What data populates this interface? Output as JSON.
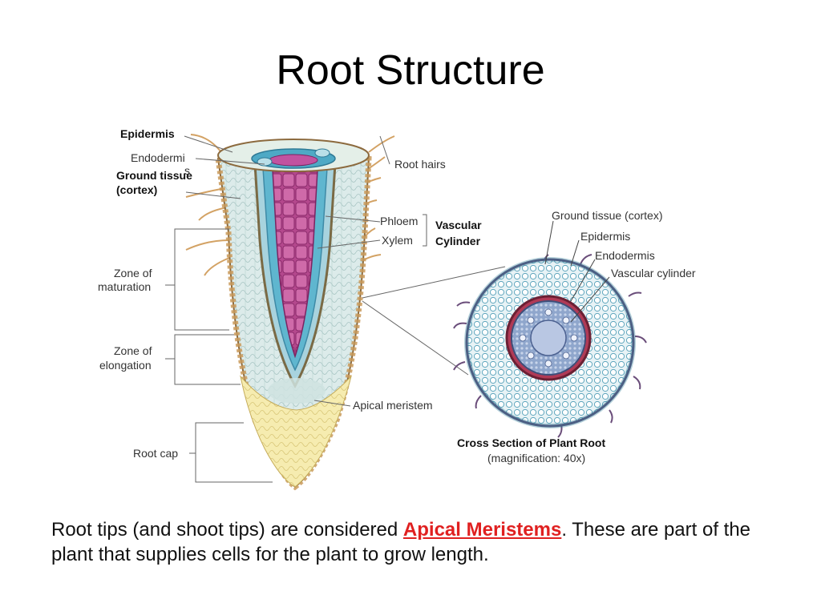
{
  "slide": {
    "title": "Root Structure"
  },
  "root_diagram": {
    "labels": {
      "epidermis": "Epidermis",
      "endodermis": "Endodermi",
      "endodermis_s": "s",
      "ground_tissue_1": "Ground tissue",
      "ground_tissue_2": "(cortex)",
      "root_hairs": "Root hairs",
      "phloem": "Phloem",
      "xylem": "Xylem",
      "vascular_1": "Vascular",
      "vascular_2": "Cylinder",
      "zone_maturation_1": "Zone of",
      "zone_maturation_2": "maturation",
      "zone_elongation_1": "Zone of",
      "zone_elongation_2": "elongation",
      "apical_meristem": "Apical meristem",
      "root_cap": "Root cap"
    }
  },
  "cross_section": {
    "labels": {
      "ground_tissue": "Ground tissue (cortex)",
      "epidermis": "Epidermis",
      "endodermis": "Endodermis",
      "vascular": "Vascular cylinder"
    },
    "caption_title": "Cross Section of Plant Root",
    "caption_sub": "(magnification: 40x)"
  },
  "caption": {
    "before": "Root tips (and shoot tips) are considered ",
    "highlight": "Apical Meristems",
    "after": ".  These are part of the plant that supplies cells for the plant to grow length."
  }
}
